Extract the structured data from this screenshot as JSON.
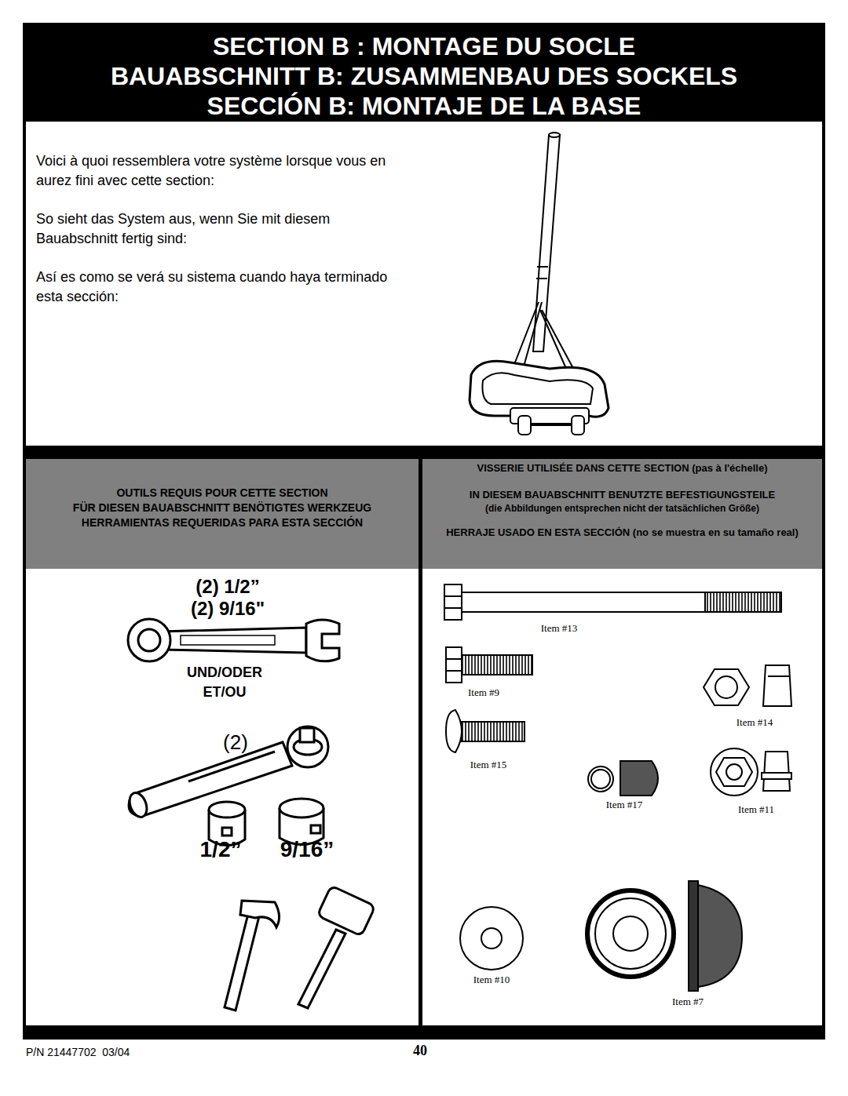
{
  "diagram": {
    "nodes": [
      {
        "text": [
          "SECTION B : MONTAGE DU SOCLE",
          "BAUABSCHNITT B: ZUSAMMENBAU DES SOCKELS",
          "SECCIÓN B: MONTAJE DE LA BASE"
        ]
      },
      {
        "text": [
          "Voici à quoi ressemblera votre système lorsque vous en aurez fini avec cette section:",
          "So sieht das System aus, wenn Sie mit diesem Bauabschnitt fertig sind:",
          "Así es como se verá su sistema cuando haya terminado esta sección:"
        ]
      },
      {
        "text": [
          "OUTILS REQUIS POUR CETTE SECTION",
          "FÜR DIESEN BAUABSCHNITT BENÖTIGTES WERKZEUG",
          "HERRAMIENTAS REQUERIDAS PARA ESTA SECCIÓN"
        ]
      },
      {
        "text": [
          "VISSERIE UTILISÉE DANS CETTE SECTION (pas à l'échelle)",
          "IN DIESEM BAUABSCHNITT BENUTZTE BEFESTIGUNGSTEILE",
          "(die Abbildungen entsprechen nicht der tatsächlichen Größe)",
          "HERRAJE USADO EN ESTA SECCIÓN (no se muestra en su tamaño real)"
        ]
      }
    ],
    "labels": [
      "(2) 1/2”",
      "(2) 9/16\"",
      "UND/ODER",
      "ET/OU",
      "(2)",
      "1/2”",
      "9/16”",
      "Item #13",
      "Item #9",
      "Item #14",
      "Item #15",
      "Item #17",
      "Item #11",
      "Item #10",
      "Item #7",
      "P/N 21447702  03/04",
      "40"
    ]
  }
}
